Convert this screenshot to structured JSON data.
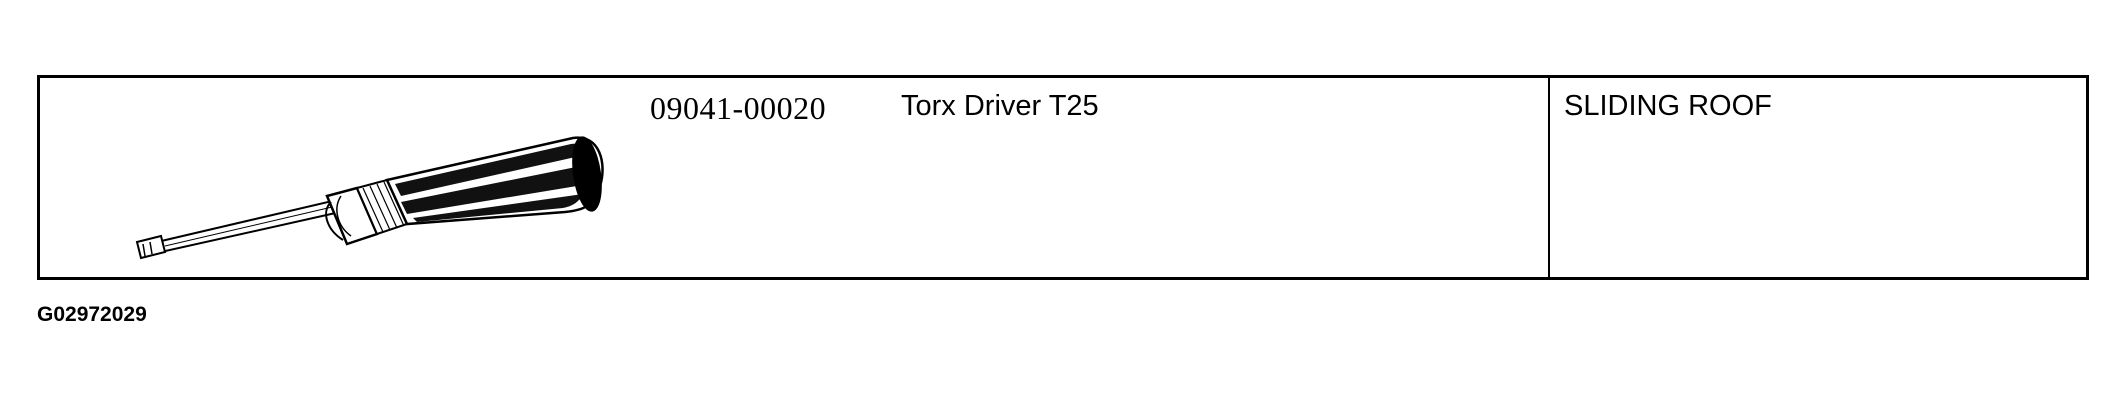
{
  "tool": {
    "part_number": "09041-00020",
    "name": "Torx Driver T25",
    "application": "SLIDING ROOF",
    "illustration_icon": "screwdriver-icon"
  },
  "figure": {
    "id": "G02972029"
  }
}
